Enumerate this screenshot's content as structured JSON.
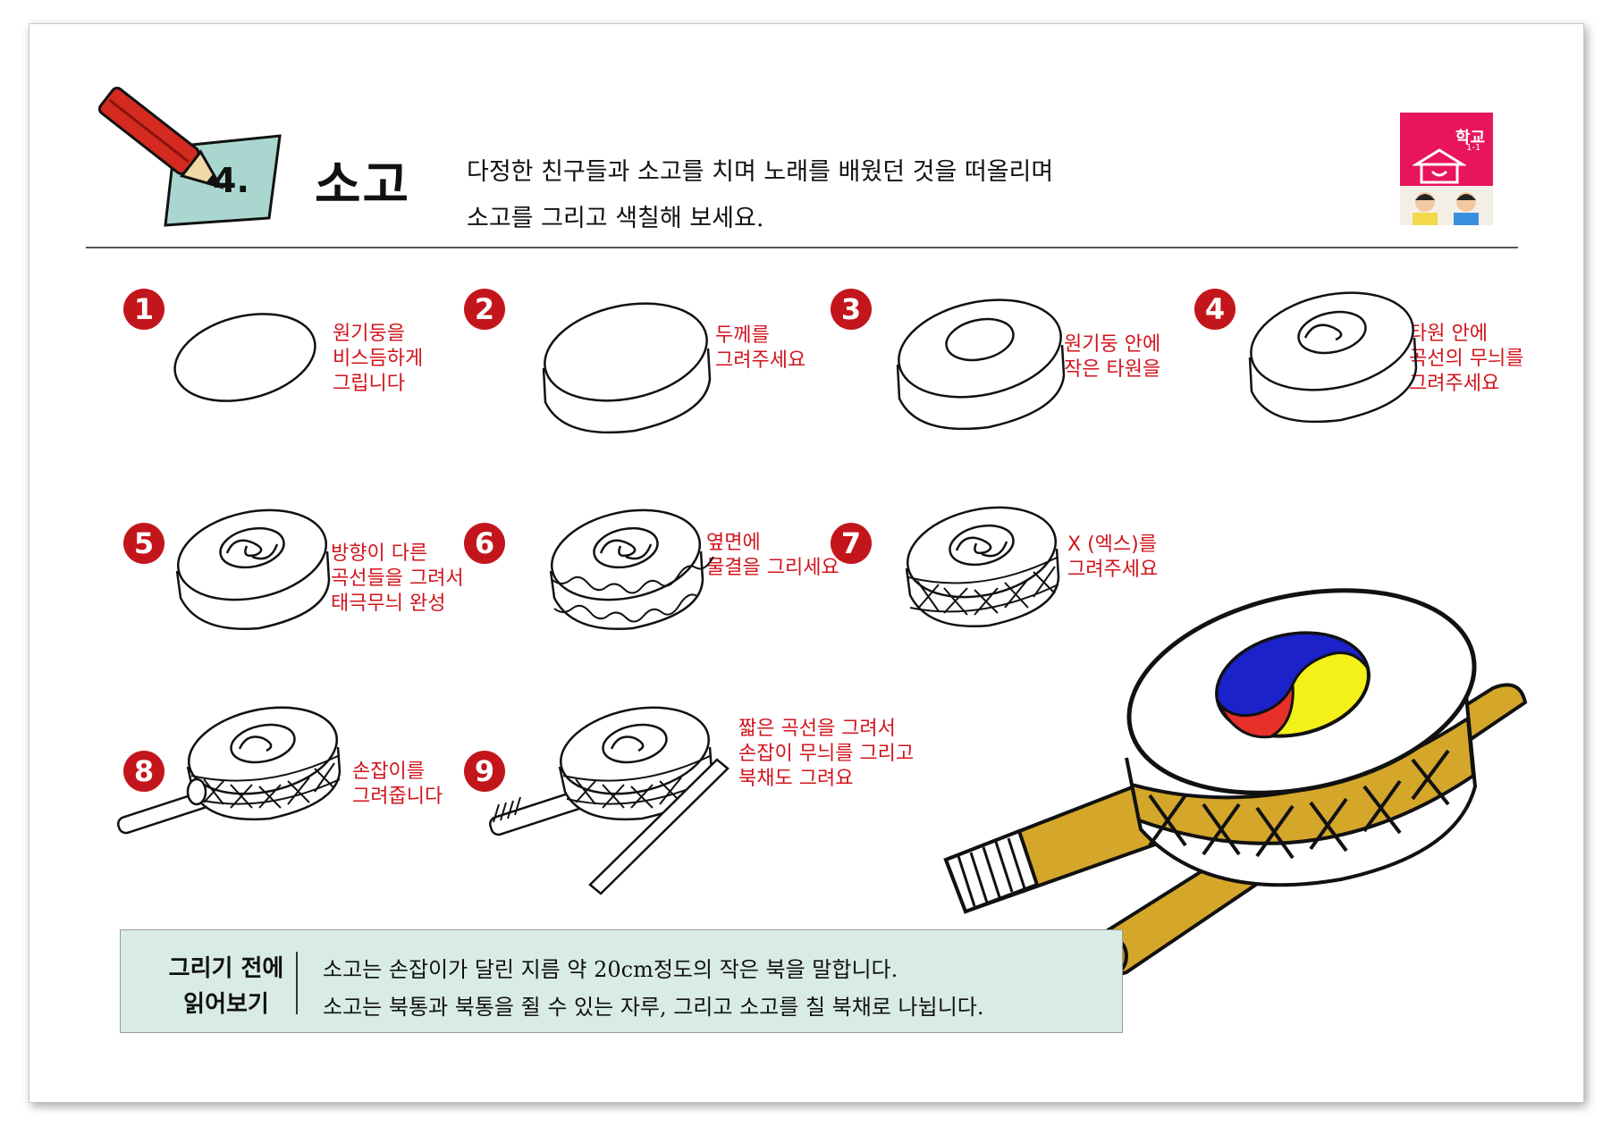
{
  "header": {
    "lesson_number": "4.",
    "title": "소고",
    "instructions": [
      "다정한 친구들과 소고를 치며 노래를 배웠던 것을 떠올리며",
      "소고를 그리고 색칠해 보세요."
    ]
  },
  "book": {
    "title": "학교",
    "subtitle": "1-1"
  },
  "steps": [
    {
      "number": "1",
      "text": "원기둥을\n비스듬하게\n그립니다"
    },
    {
      "number": "2",
      "text": "두께를\n그려주세요"
    },
    {
      "number": "3",
      "text": "원기둥 안에\n작은 타원을"
    },
    {
      "number": "4",
      "text": "타원 안에\n곡선의 무늬를\n그려주세요"
    },
    {
      "number": "5",
      "text": "방향이 다른\n곡선들을 그려서\n태극무늬 완성"
    },
    {
      "number": "6",
      "text": "옆면에\n물결을 그리세요"
    },
    {
      "number": "7",
      "text": "X (엑스)를\n그려주세요"
    },
    {
      "number": "8",
      "text": "손잡이를\n그려줍니다"
    },
    {
      "number": "9",
      "text": "짧은 곡선을 그려서\n손잡이 무늬를 그리고\n북채도 그려요"
    }
  ],
  "info": {
    "label_line1": "그리기 전에",
    "label_line2": "읽어보기",
    "lines": [
      "소고는 손잡이가 달린 지름 약 20cm정도의 작은 북을 말합니다.",
      "소고는 북통과 북통을 쥘 수 있는 자루, 그리고 소고를 칠 북채로 나뉩니다."
    ]
  },
  "colors": {
    "step_red": "#c3161c",
    "wood": "#d4a62a",
    "taeguk_red": "#e8302a",
    "taeguk_blue": "#1b22c9",
    "taeguk_yellow": "#f4f01a",
    "info_bg": "#d9ebe6"
  },
  "icons": [
    "pencil-icon",
    "book-cover-icon"
  ]
}
